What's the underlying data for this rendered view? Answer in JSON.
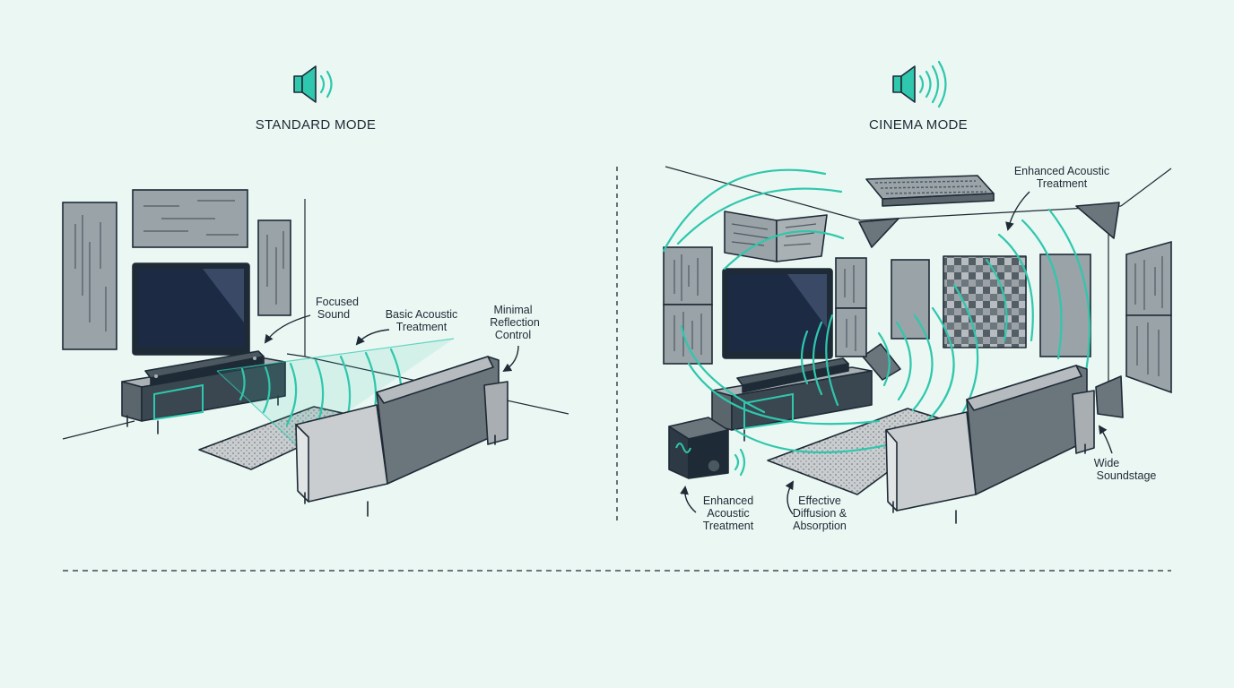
{
  "standard": {
    "title": "STANDARD MODE",
    "annotations": {
      "focused": [
        "Focused",
        "Sound"
      ],
      "basic": [
        "Basic Acoustic",
        "Treatment"
      ],
      "minimal": [
        "Minimal",
        "Reflection",
        "Control"
      ]
    }
  },
  "cinema": {
    "title": "CINEMA MODE",
    "annotations": {
      "enhanced_top": [
        "Enhanced Acoustic",
        "Treatment"
      ],
      "enhanced_bottom": [
        "Enhanced",
        "Acoustic",
        "Treatment"
      ],
      "diffusion": [
        "Effective",
        "Diffusion &",
        "Absorption"
      ],
      "wide": [
        "Wide",
        "Soundstage"
      ]
    }
  },
  "colors": {
    "background": "#eaf7f2",
    "accent": "#2fc7ad",
    "ink": "#1e2a36",
    "panel": "#9aa3a8",
    "screen": "#1c2a44"
  }
}
